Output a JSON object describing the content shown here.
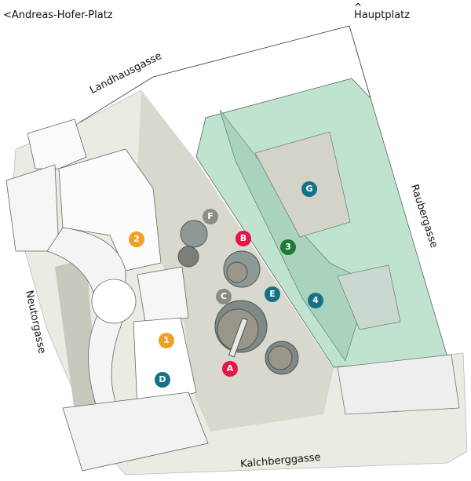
{
  "streets": {
    "andreas_hofer_platz": "<Andreas-Hofer-Platz",
    "hauptplatz_arrow": "^",
    "hauptplatz": "Hauptplatz",
    "landhausgasse": "Landhausgasse",
    "raubergasse": "Raubergasse",
    "neutorgasse": "Neutorgasse",
    "kalchberggasse": "Kalchberggasse"
  },
  "colors": {
    "orange": "#f0a023",
    "red": "#e3154a",
    "teal": "#137287",
    "green": "#1e7a35",
    "gray": "#8e8c80",
    "building_green": "#bfe3cf",
    "courtyard": "#d9d8cc"
  },
  "markers": [
    {
      "label": "A",
      "color": "red"
    },
    {
      "label": "B",
      "color": "red"
    },
    {
      "label": "C",
      "color": "gray"
    },
    {
      "label": "D",
      "color": "teal"
    },
    {
      "label": "E",
      "color": "teal"
    },
    {
      "label": "F",
      "color": "gray"
    },
    {
      "label": "G",
      "color": "teal"
    },
    {
      "label": "1",
      "color": "orange"
    },
    {
      "label": "2",
      "color": "orange"
    },
    {
      "label": "3",
      "color": "green"
    },
    {
      "label": "4",
      "color": "teal"
    }
  ]
}
